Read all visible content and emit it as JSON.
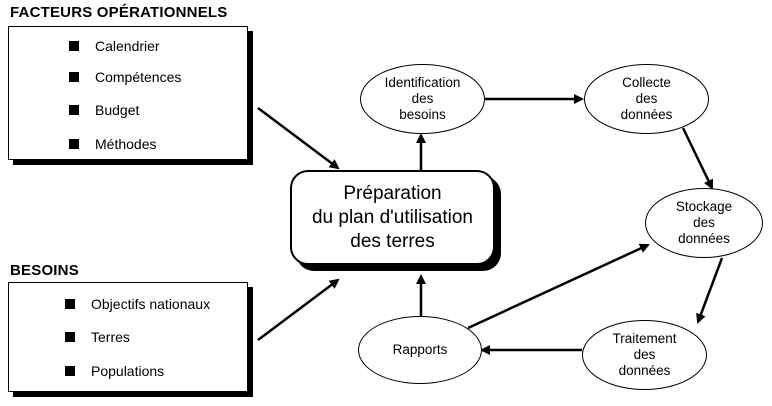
{
  "operational_factors": {
    "title": "FACTEURS OPÉRATIONNELS",
    "items": [
      "Calendrier",
      "Compétences",
      "Budget",
      "Méthodes"
    ]
  },
  "needs": {
    "title": "BESOINS",
    "items": [
      "Objectifs nationaux",
      "Terres",
      "Populations"
    ]
  },
  "center": {
    "lines": [
      "Préparation",
      "du plan d'utilisation",
      "des terres"
    ]
  },
  "nodes": {
    "identification": [
      "Identification",
      "des",
      "besoins"
    ],
    "collecte": [
      "Collecte",
      "des",
      "données"
    ],
    "stockage": [
      "Stockage",
      "des",
      "données"
    ],
    "traitement": [
      "Traitement",
      "des",
      "données"
    ],
    "rapports": [
      "Rapports"
    ]
  }
}
